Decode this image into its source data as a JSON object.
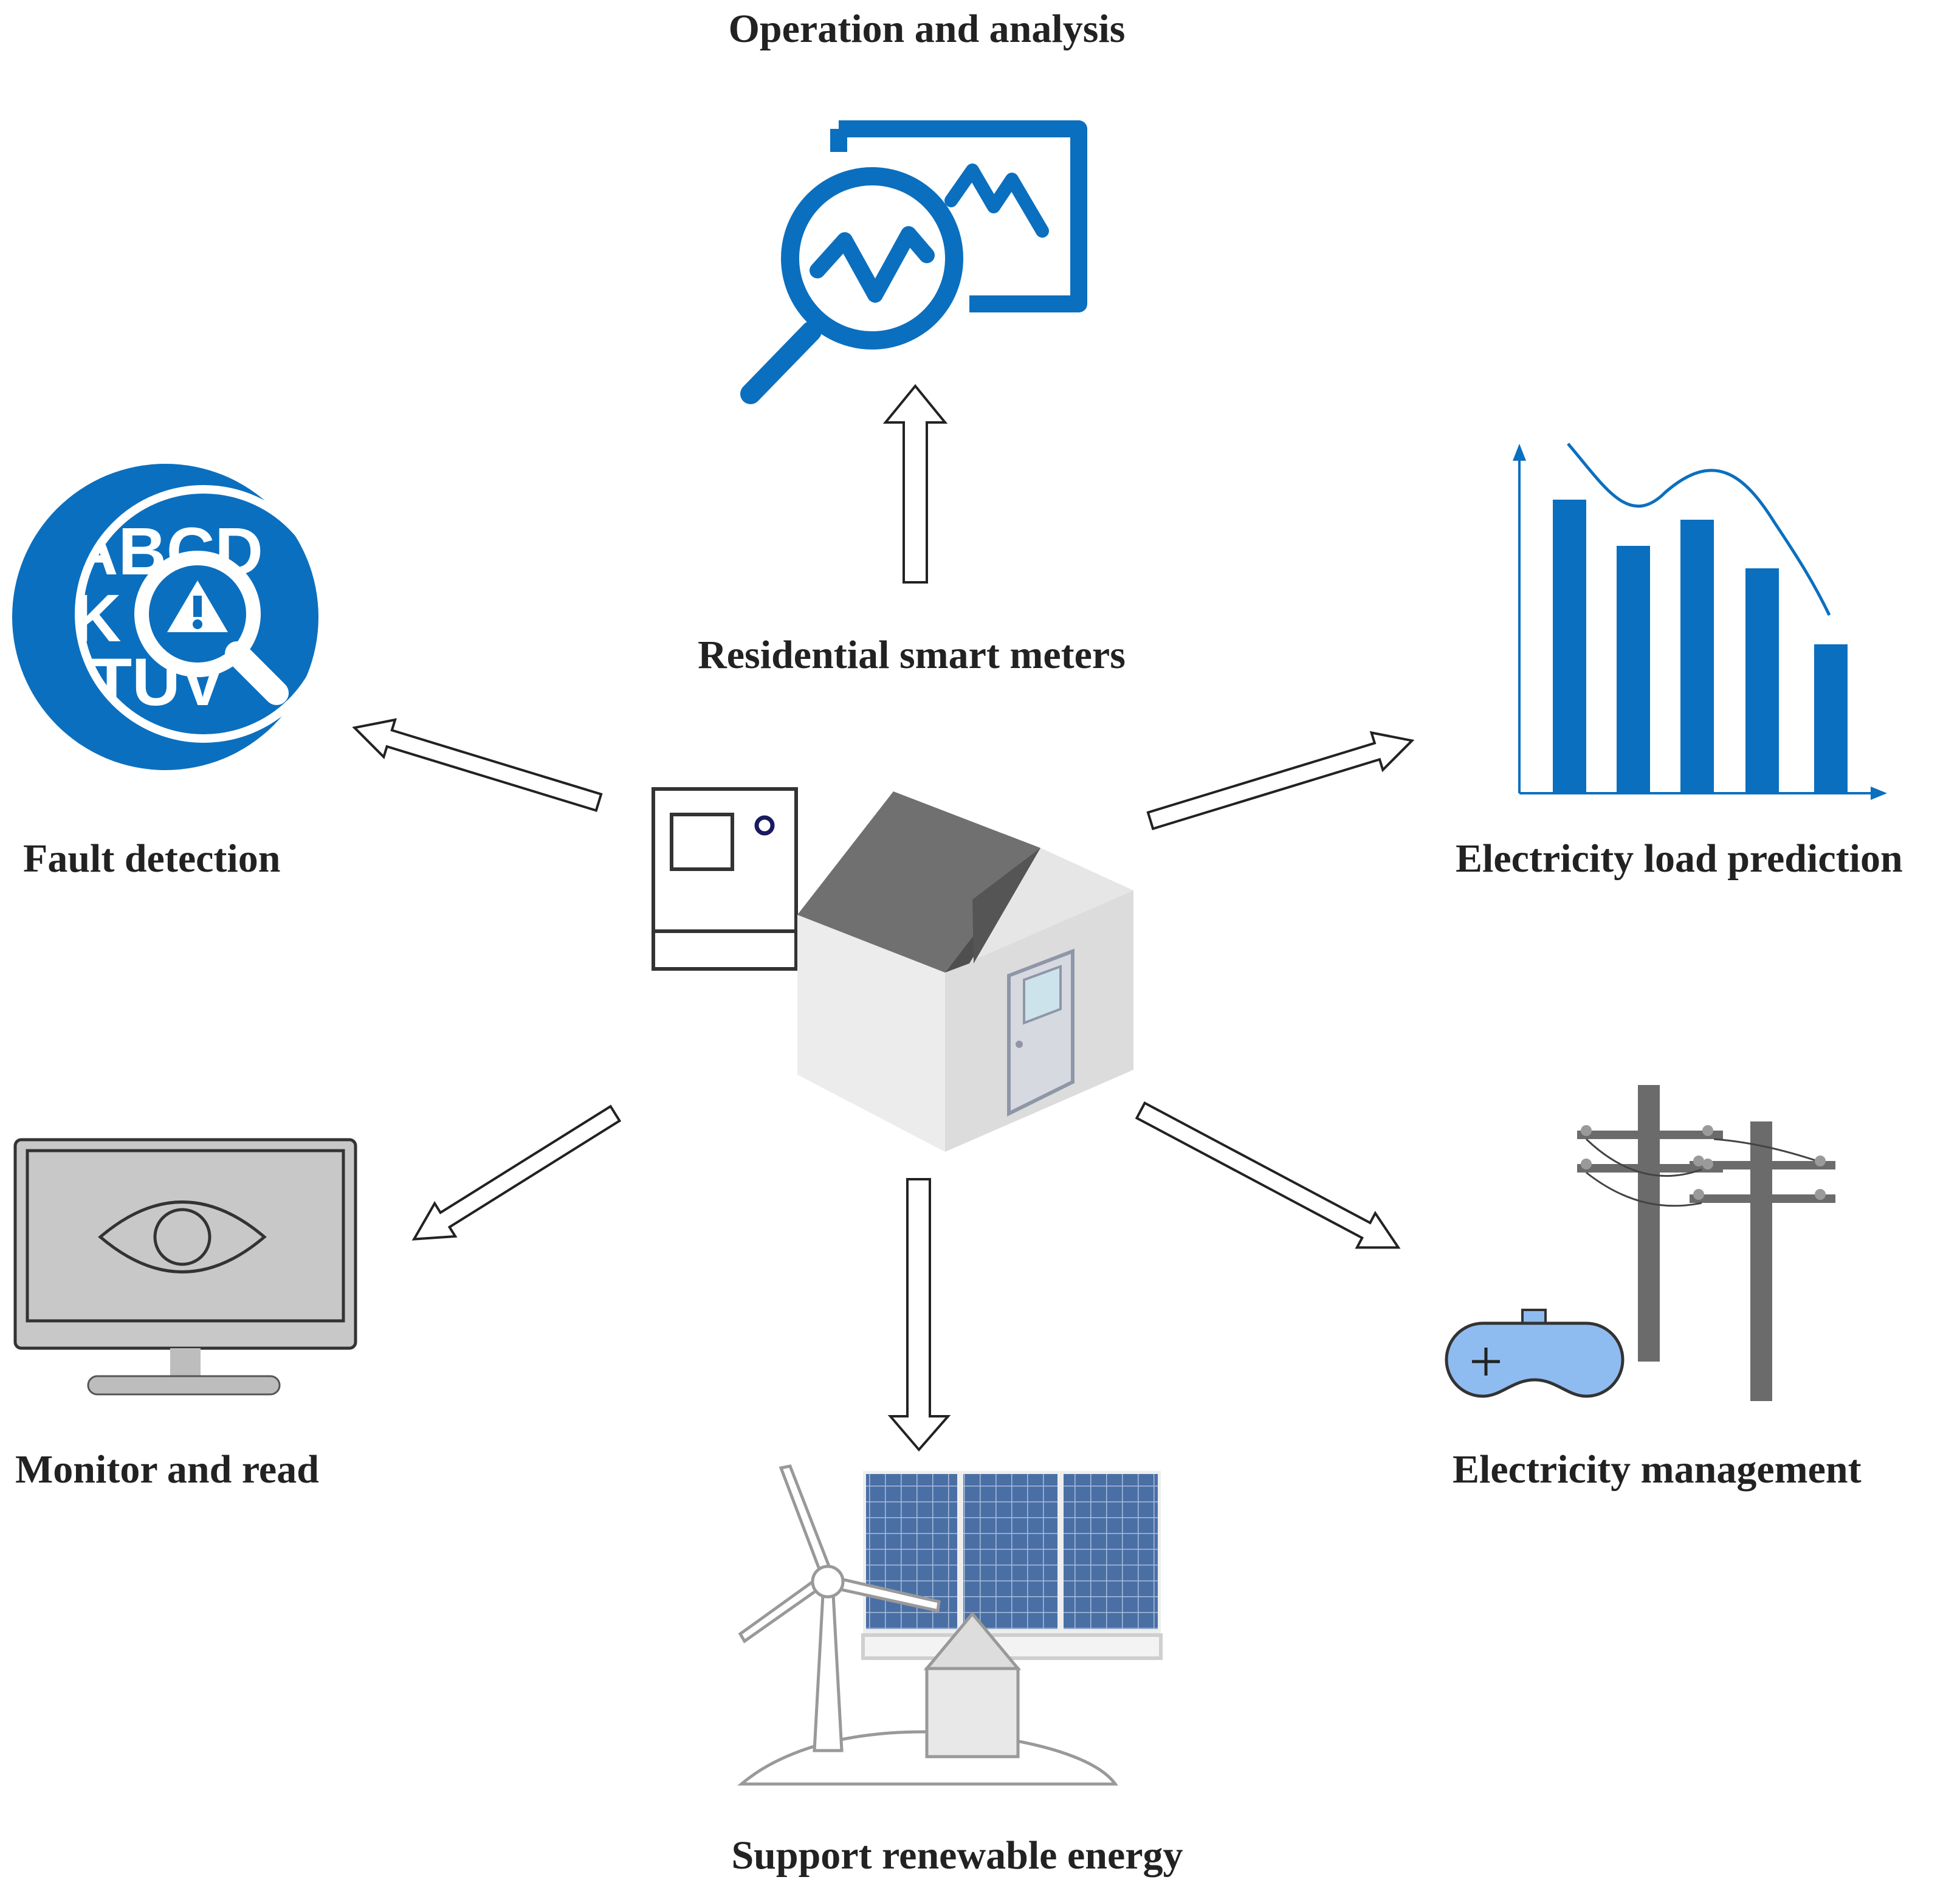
{
  "diagram": {
    "center": {
      "label": "Residential smart meters"
    },
    "nodes": [
      {
        "id": "operation",
        "label": "Operation and analysis",
        "icon": "magnifier-chart-icon"
      },
      {
        "id": "fault",
        "label": "Fault detection",
        "icon": "fault-search-icon"
      },
      {
        "id": "load",
        "label": "Electricity load prediction",
        "icon": "bar-chart-icon"
      },
      {
        "id": "monitor",
        "label": "Monitor and read",
        "icon": "monitor-eye-icon"
      },
      {
        "id": "management",
        "label": "Electricity management",
        "icon": "power-poles-icon"
      },
      {
        "id": "renewable",
        "label": "Support renewable energy",
        "icon": "wind-solar-icon"
      }
    ],
    "fault_icon_letters": [
      "ABCD",
      "K",
      "TUV"
    ]
  },
  "colors": {
    "accent_blue": "#0b6fbf",
    "roof": "#6e6e6e",
    "wall": "#ececec",
    "pole": "#6b6b6b",
    "solar": "#4a6fa5",
    "battery": "#8fbcf0",
    "monitor": "#c8c8c8"
  }
}
